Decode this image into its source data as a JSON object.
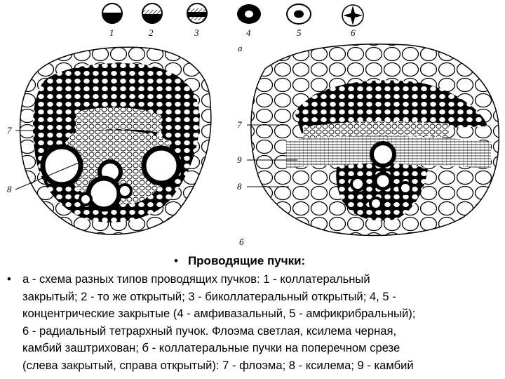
{
  "figure": {
    "legend_numbers": [
      "1",
      "2",
      "3",
      "4",
      "5",
      "6"
    ],
    "panel_a_label": "а",
    "panel_b_label": "б",
    "left_labels": [
      "7",
      "8"
    ],
    "right_labels": [
      "7",
      "9",
      "8"
    ]
  },
  "caption": {
    "bullet": "•",
    "title": "Проводящие пучки:",
    "lines": [
      "а - схема разных типов проводящих пучков: 1 - коллатеральный",
      "закрытый; 2 - то же открытый; 3 - биколлатеральный открытый; 4, 5 -",
      "концентрические закрытые (4 - амфивазальный, 5 - амфикрибральный);",
      "6 - радиальный тетрархный пучок. Флоэма светлая, ксилема черная,",
      "камбий заштрихован; б - коллатеральные пучки на поперечном срезе",
      "(слева закрытый, справа открытый): 7 - флоэма; 8 - ксилема; 9 - камбий"
    ]
  }
}
